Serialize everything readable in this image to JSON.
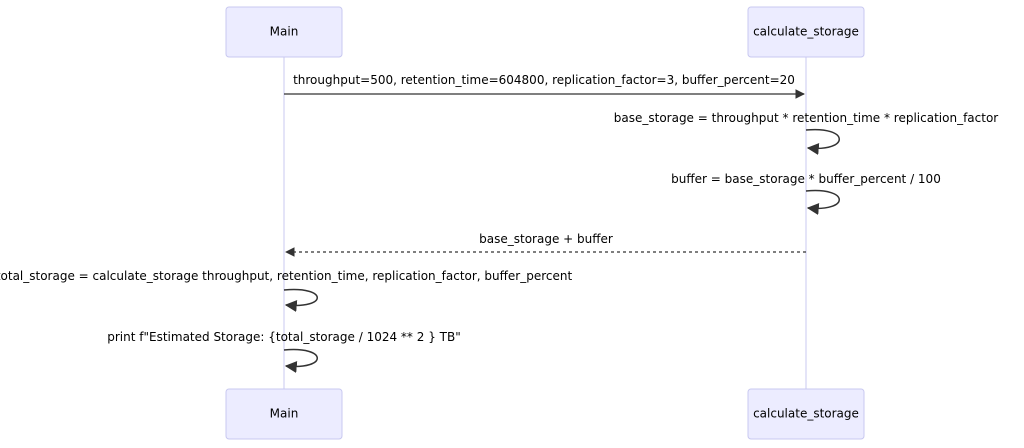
{
  "participants": {
    "main": "Main",
    "calc": "calculate_storage"
  },
  "messages": [
    {
      "label": "throughput=500, retention_time=604800, replication_factor=3, buffer_percent=20",
      "from": "main",
      "to": "calc",
      "style": "solid"
    },
    {
      "label": "base_storage = throughput * retention_time * replication_factor",
      "from": "calc",
      "to": "calc",
      "style": "self"
    },
    {
      "label": "buffer = base_storage * buffer_percent / 100",
      "from": "calc",
      "to": "calc",
      "style": "self"
    },
    {
      "label": "base_storage + buffer",
      "from": "calc",
      "to": "main",
      "style": "dashed"
    },
    {
      "label": "total_storage = calculate_storage throughput, retention_time, replication_factor, buffer_percent",
      "from": "main",
      "to": "main",
      "style": "self"
    },
    {
      "label": "print f\"Estimated Storage: {total_storage / 1024 ** 2 } TB\"",
      "from": "main",
      "to": "main",
      "style": "self"
    }
  ],
  "colors": {
    "actor_fill": "#ececff",
    "actor_border": "#c8c8f0",
    "line": "#333333",
    "lifeline": "#c8c8f0"
  }
}
